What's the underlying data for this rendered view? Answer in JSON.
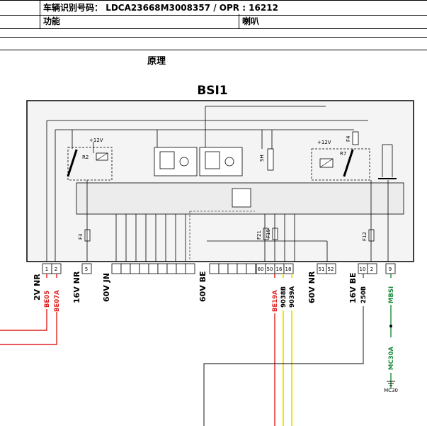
{
  "header": {
    "vin_label": "车辆识别号码：",
    "vin_value": "LDCA23668M3008357 / OPR : 16212",
    "function_label": "功能",
    "function_value": "喇叭",
    "section_title": "原理"
  },
  "diagram": {
    "module_title": "BSI1",
    "supply_12v_left": "+12V",
    "supply_12v_right": "+12V",
    "relay_left": "R2",
    "relay_right": "R7",
    "fuse_f4": "F4",
    "fuse_f3": "F3",
    "fuse_f21": "F21",
    "fuse_f19": "F19",
    "fuse_f12": "F12",
    "sh_label": "SH",
    "pins_group1": [
      "1",
      "2"
    ],
    "pins_group2": [
      "5"
    ],
    "pins_group3": [
      "60",
      "50",
      "16",
      "18"
    ],
    "pins_group4": [
      "51",
      "52"
    ],
    "pins_group5": [
      "10",
      "2"
    ],
    "pins_group6": [
      "9"
    ],
    "conn_2v_nr": "2V NR",
    "conn_16v_nr_left": "16V NR",
    "conn_60v_jn": "60V JN",
    "conn_60v_be": "60V BE",
    "conn_60v_nr": "60V NR",
    "conn_16v_be": "16V BE",
    "wire_be05": "BE05",
    "wire_be07a": "BE07A",
    "wire_be19a": "BE19A",
    "wire_9038b": "9038B",
    "wire_9039a": "9039A",
    "wire_250b": "250B",
    "wire_mbsi": "MBSI",
    "wire_mc30a": "MC30A",
    "ground_mc30": "MC30",
    "colors": {
      "red": "#e02020",
      "yellow": "#f2e600",
      "green": "#1a8a3a",
      "black": "#000000"
    }
  }
}
